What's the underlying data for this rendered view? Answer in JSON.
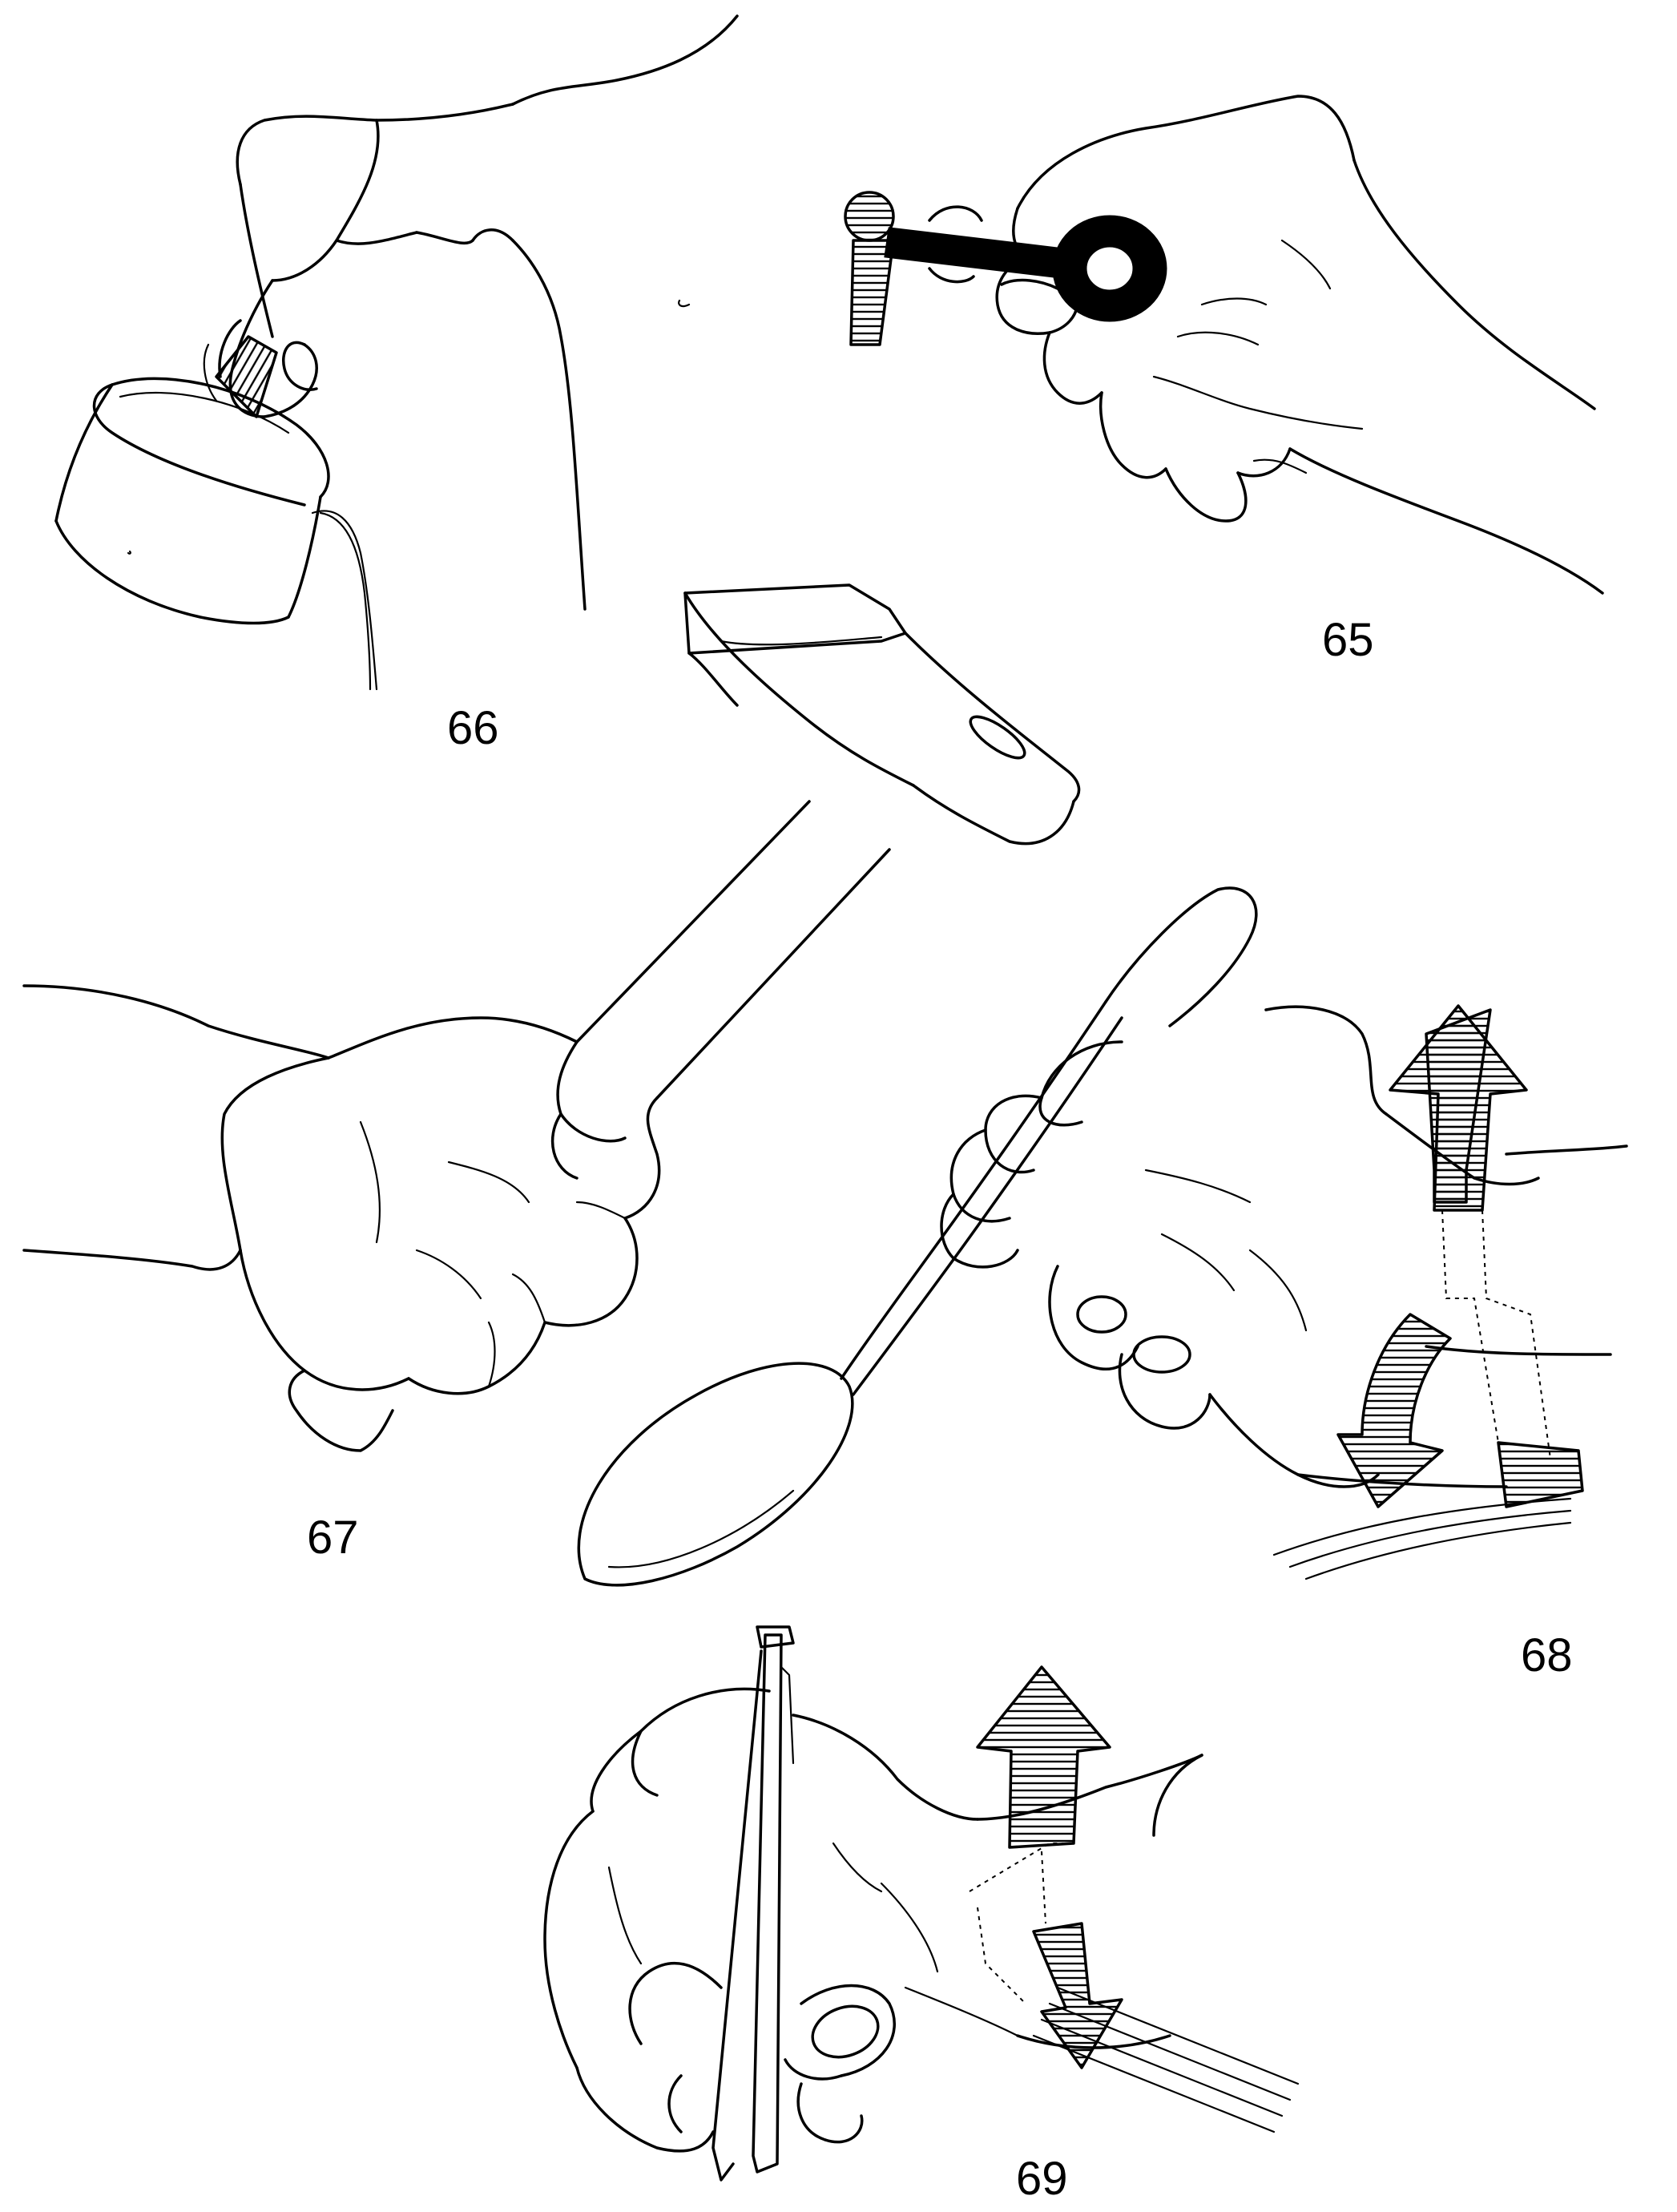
{
  "figures": [
    {
      "id": "65",
      "label": "65"
    },
    {
      "id": "66",
      "label": "66"
    },
    {
      "id": "67",
      "label": "67"
    },
    {
      "id": "68",
      "label": "68"
    },
    {
      "id": "69",
      "label": "69"
    }
  ]
}
